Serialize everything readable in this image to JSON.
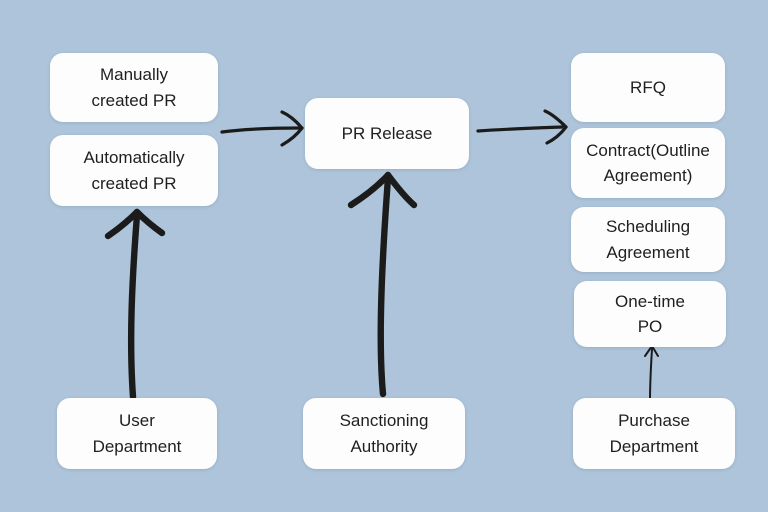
{
  "colors": {
    "background": "#adc4da",
    "node_fill": "#fdfdfd",
    "text": "#1f1f1f",
    "arrow": "#1b1b1b"
  },
  "diagram": {
    "type": "flowchart",
    "nodes": [
      {
        "id": "manually-created-pr",
        "label": "Manually\ncreated PR"
      },
      {
        "id": "automatically-created-pr",
        "label": "Automatically\ncreated PR"
      },
      {
        "id": "pr-release",
        "label": "PR Release"
      },
      {
        "id": "rfq",
        "label": "RFQ"
      },
      {
        "id": "contract-outline-agreement",
        "label": "Contract(Outline\nAgreement)"
      },
      {
        "id": "scheduling-agreement",
        "label": "Scheduling\nAgreement"
      },
      {
        "id": "one-time-po",
        "label": "One-time\nPO"
      },
      {
        "id": "user-department",
        "label": "User\nDepartment"
      },
      {
        "id": "sanctioning-authority",
        "label": "Sanctioning\nAuthority"
      },
      {
        "id": "purchase-department",
        "label": "Purchase\nDepartment"
      }
    ],
    "edges": [
      {
        "from": "user-department",
        "to": "automatically-created-pr",
        "style": "thick-hand-drawn-up"
      },
      {
        "from": "automatically-created-pr",
        "to": "pr-release",
        "style": "hand-drawn-right"
      },
      {
        "from": "sanctioning-authority",
        "to": "pr-release",
        "style": "thick-hand-drawn-up"
      },
      {
        "from": "pr-release",
        "to": "rfq-contract-group",
        "style": "hand-drawn-right"
      },
      {
        "from": "purchase-department",
        "to": "one-time-po",
        "style": "thin-up"
      }
    ]
  }
}
